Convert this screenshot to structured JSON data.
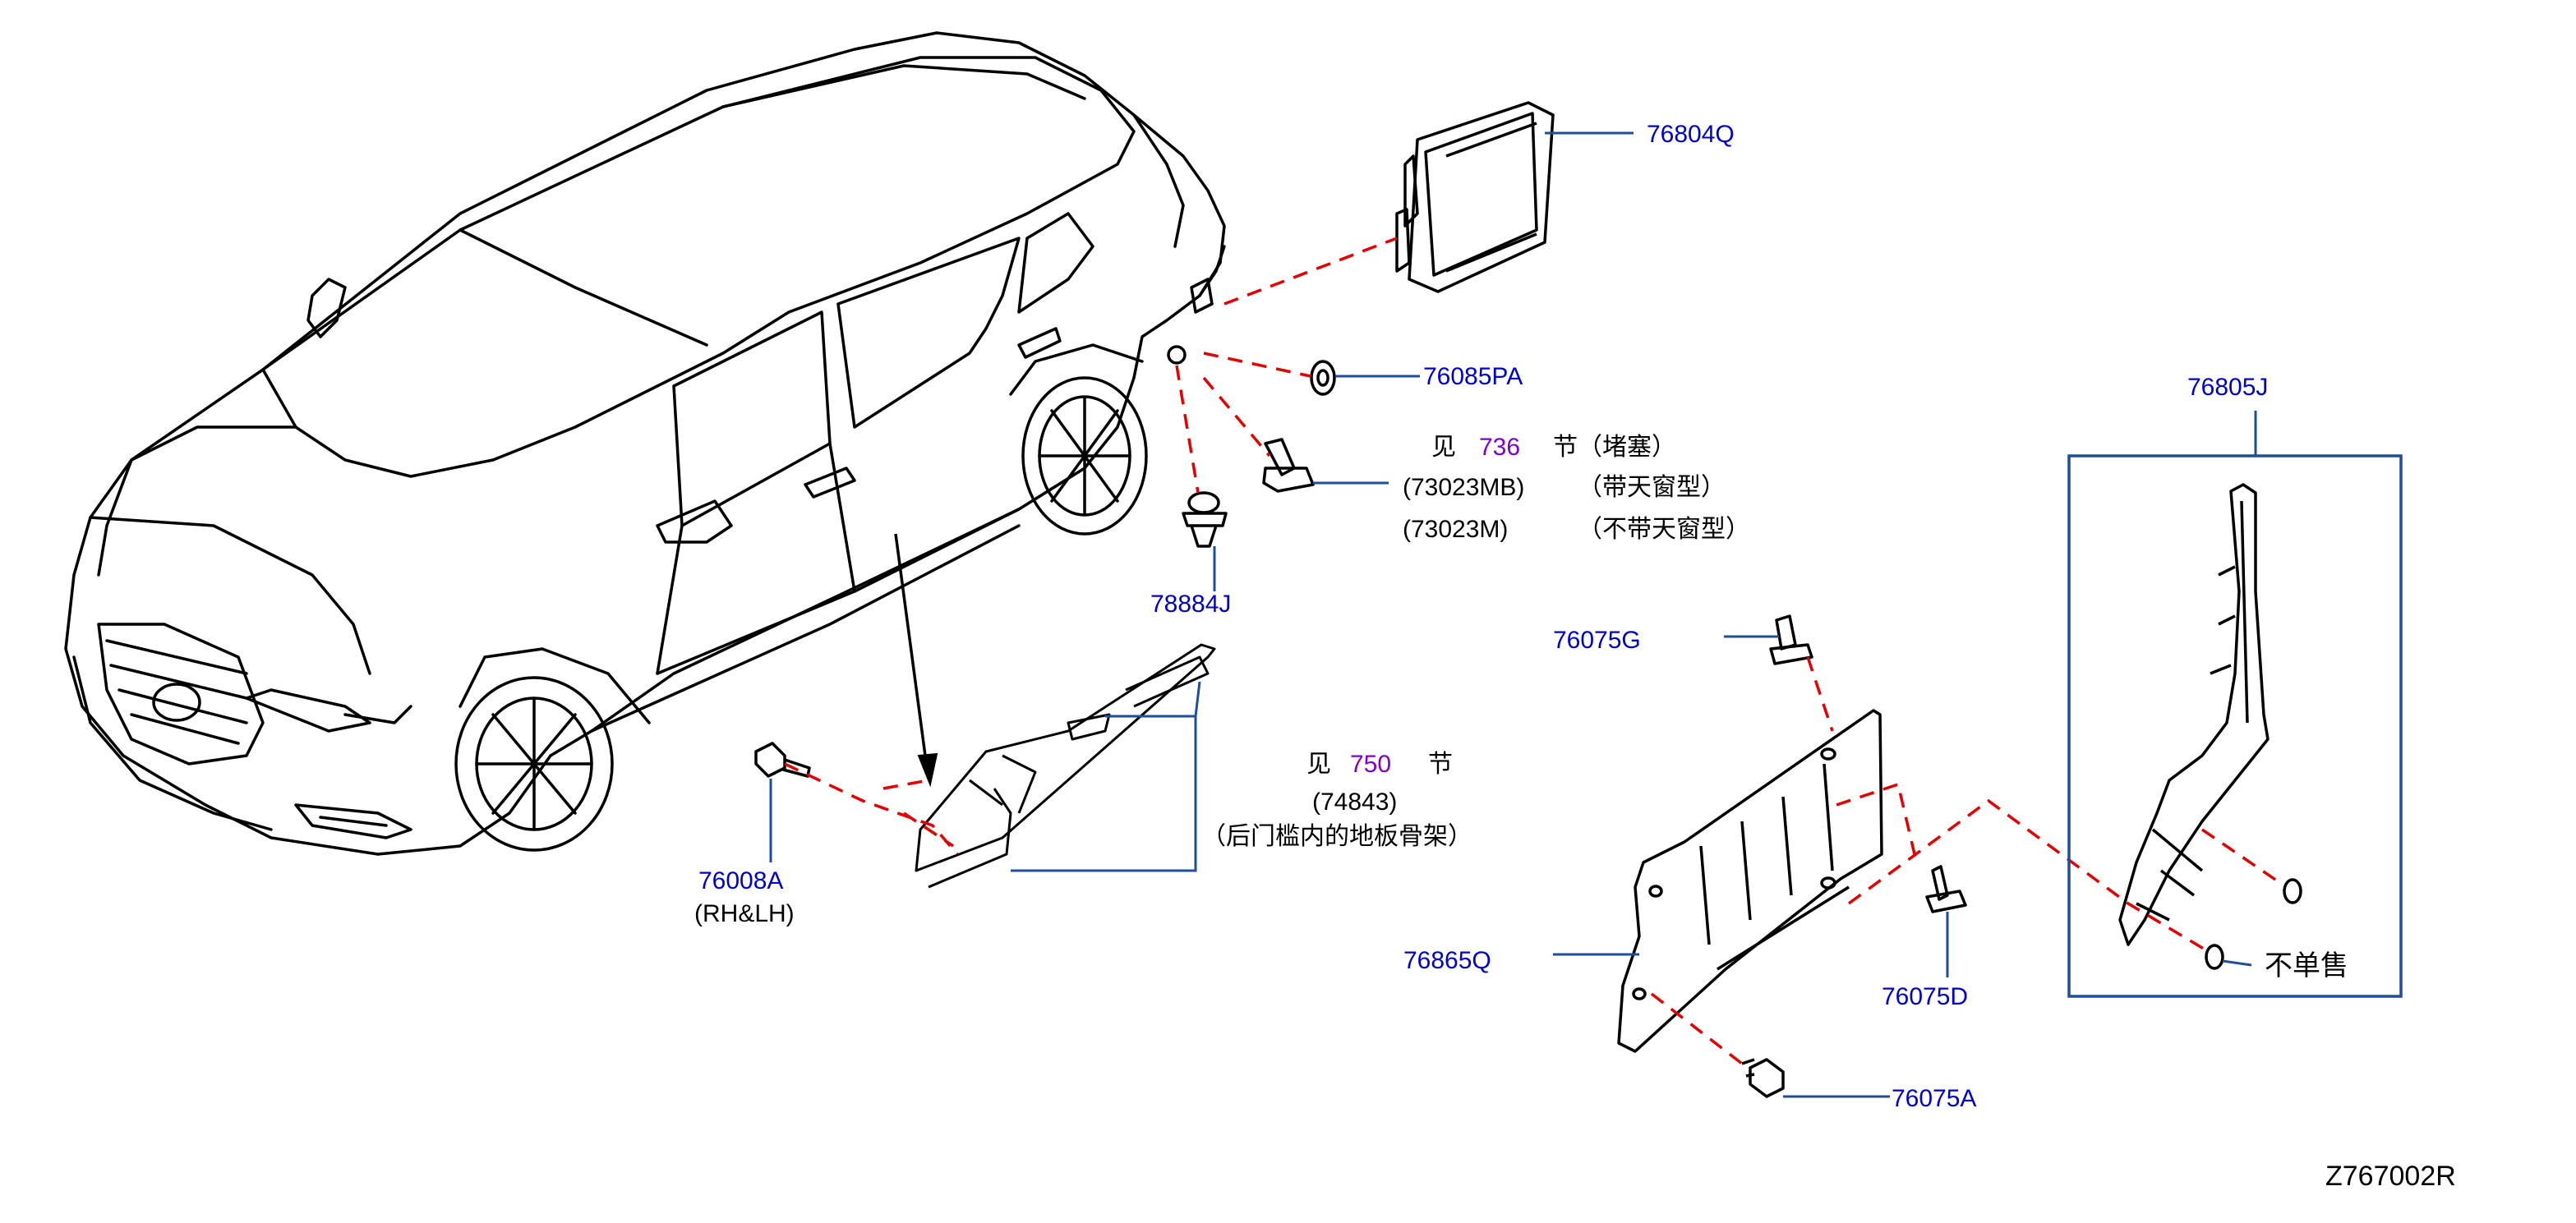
{
  "diagram": {
    "colors": {
      "part_number": "#0000CC",
      "section_ref": "#7F00CC",
      "leader_line": "#1F4E9A",
      "dashed_line": "#E30000",
      "drawing": "#000000"
    },
    "labels": {
      "p76804Q": "76804Q",
      "p76085PA": "76085PA",
      "see_prefix_1": "见",
      "sec_736": "736",
      "sec_736_suffix": "节（堵塞）",
      "p73023MB": "(73023MB)",
      "p73023MB_note": "（带天窗型）",
      "p73023M": "(73023M)",
      "p73023M_note": "（不带天窗型）",
      "p78884J": "78884J",
      "p76805J": "76805J",
      "p76075G": "76075G",
      "see_prefix_2": "见",
      "sec_750": "750",
      "sec_750_suffix": "节",
      "p74843": "(74843)",
      "p74843_note": "（后门槛内的地板骨架）",
      "p76008A": "76008A",
      "p76008A_note": "(RH&LH)",
      "p76865Q": "76865Q",
      "p76075D": "76075D",
      "not_sold": "不单售",
      "p76075A": "76075A",
      "figure_id": "Z767002R"
    }
  }
}
